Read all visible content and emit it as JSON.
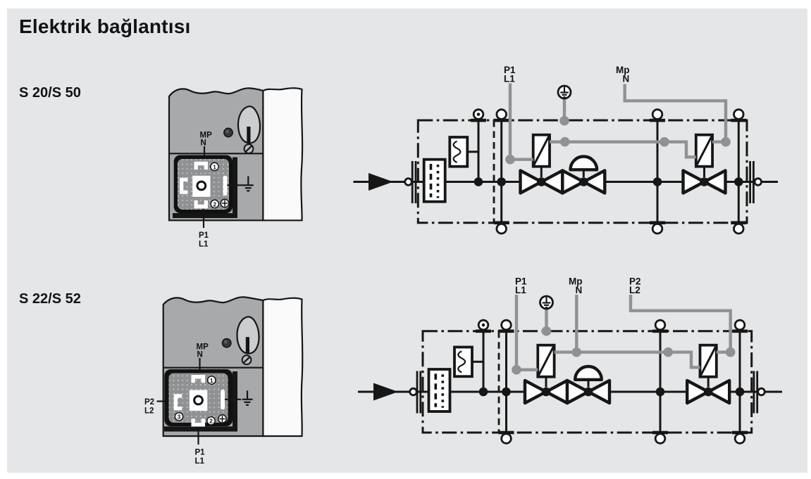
{
  "page": {
    "title": "Elektrik bağlantısı"
  },
  "colors": {
    "panel_bg": "#e5e6e7",
    "line_black": "#161616",
    "wire_gray": "#8f9193",
    "body_gray": "#a7a9ab",
    "indicator_gray": "#cbcdcf"
  },
  "icons": [
    "protective-earth-circle-icon",
    "earth-ground-icon",
    "gas-inlet-arrow-icon",
    "solenoid-valve-icon",
    "pressure-regulator-dome-icon",
    "filter-icon",
    "pressure-switch-icon",
    "test-point-icon",
    "screw-icon"
  ],
  "rows": [
    {
      "model": "S 20/S 50",
      "connector": {
        "mp": "MP",
        "n": "N",
        "p1": "P1",
        "l1": "L1",
        "pin1": "1",
        "pin2": "2"
      },
      "schematic": {
        "p1": "P1",
        "l1": "L1",
        "mp": "Mp",
        "n": "N"
      }
    },
    {
      "model": "S 22/S 52",
      "connector": {
        "mp": "MP",
        "n": "N",
        "p1": "P1",
        "l1": "L1",
        "p2": "P2",
        "l2": "L2",
        "pin1": "1",
        "pin2": "2",
        "pin3": "3"
      },
      "schematic": {
        "p1": "P1",
        "l1": "L1",
        "mp": "Mp",
        "n": "N",
        "p2": "P2",
        "l2": "L2"
      }
    }
  ]
}
